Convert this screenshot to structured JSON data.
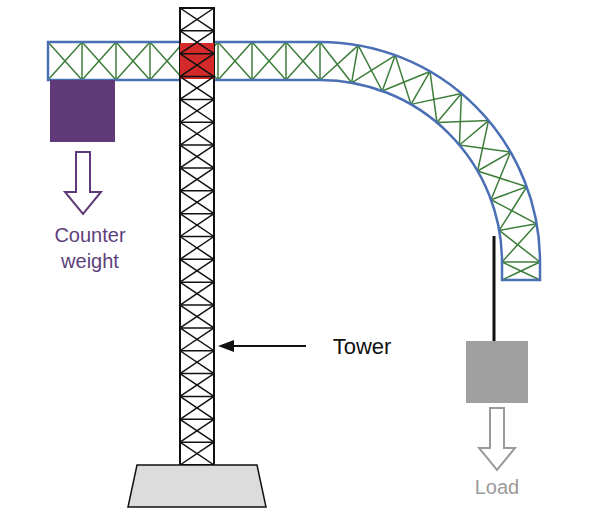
{
  "diagram": {
    "labels": [
      "Counter weight",
      "Tower",
      "Load"
    ]
  }
}
